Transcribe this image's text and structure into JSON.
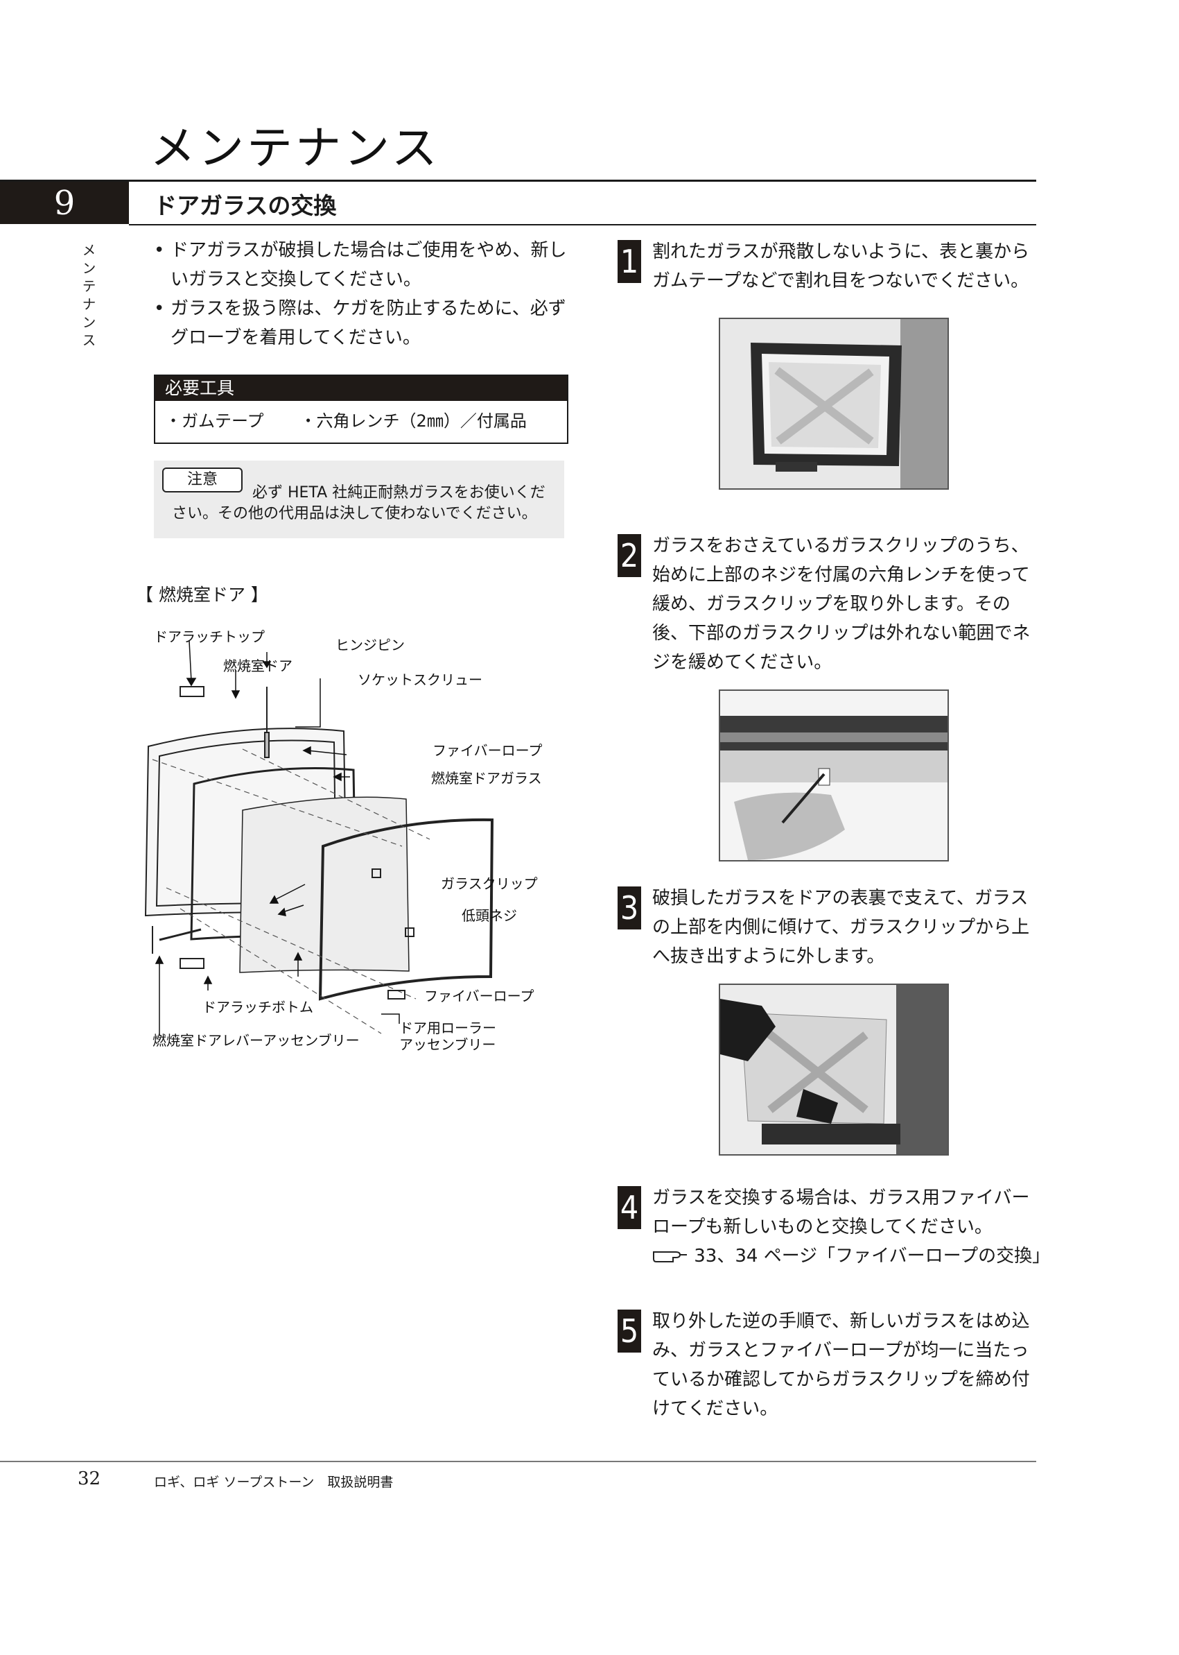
{
  "header": {
    "chapter_title": "メンテナンス",
    "section_number": "9",
    "section_title": "ドアガラスの交換",
    "side_label": "メンテナンス"
  },
  "intro": {
    "bullet_symbol": "•",
    "bullets": [
      "ドアガラスが破損した場合はご使用をやめ、新しいガラスと交換してください。",
      "ガラスを扱う際は、ケガを防止するために、必ずグローブを着用してください。"
    ]
  },
  "tools": {
    "heading": "必要工具",
    "items": [
      "・ガムテープ",
      "・六角レンチ（2㎜）／付属品"
    ]
  },
  "caution": {
    "badge": "注意",
    "text_line1": "必ず HETA 社純正耐熱ガラスをお使いくだ",
    "text_line2": "さい。その他の代用品は決して使わないでください。"
  },
  "diagram": {
    "caption": "【 燃焼室ドア 】",
    "labels": {
      "latch_top": "ドアラッチトップ",
      "hinge_pin": "ヒンジピン",
      "door": "燃焼室ドア",
      "socket_screw": "ソケットスクリュー",
      "fiber_rope_top": "ファイバーロープ",
      "door_glass": "燃焼室ドアガラス",
      "glass_clip": "ガラスクリップ",
      "low_head_screw": "低頭ネジ",
      "fiber_rope_bottom": "ファイバーロープ",
      "latch_bottom": "ドアラッチボトム",
      "lever_assembly": "燃焼室ドアレバーアッセンブリー",
      "roller_line1": "ドア用ローラー",
      "roller_line2": "アッセンブリー"
    }
  },
  "steps": [
    {
      "number": "1",
      "text": "割れたガラスが飛散しないように、表と裏からガムテープなどで割れ目をつないでください。"
    },
    {
      "number": "2",
      "text": "ガラスをおさえているガラスクリップのうち、始めに上部のネジを付属の六角レンチを使って緩め、ガラスクリップを取り外します。その後、下部のガラスクリップは外れない範囲でネジを緩めてください。"
    },
    {
      "number": "3",
      "text": "破損したガラスをドアの表裏で支えて、ガラスの上部を内側に傾けて、ガラスクリップから上へ抜き出すように外します。"
    },
    {
      "number": "4",
      "text": "ガラスを交換する場合は、ガラス用ファイバーロープも新しいものと交換してください。",
      "reference": "33、34 ページ「ファイバーロープの交換」"
    },
    {
      "number": "5",
      "text": "取り外した逆の手順で、新しいガラスをはめ込み、ガラスとファイバーロープが均一に当たっているか確認してからガラスクリップを締め付けてください。"
    }
  ],
  "footer": {
    "page_number": "32",
    "manual_title": "ロギ、ロギ ソープストーン　取扱説明書"
  }
}
